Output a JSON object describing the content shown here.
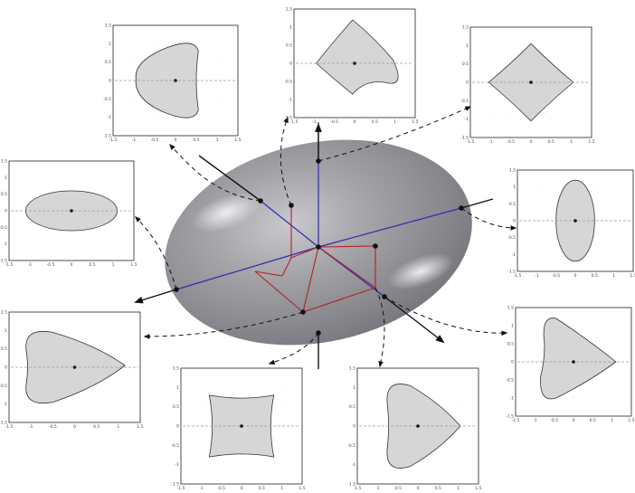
{
  "diagram": {
    "axis_colors": {
      "dark": "#111111",
      "blue": "#2b2bb0",
      "red": "#b22222"
    },
    "body_colors": {
      "ellipsoid": "#8f8f94",
      "section_fill": "#d6d6d6",
      "dash": "#9a9a9a"
    },
    "panels": [
      {
        "id": "top-left",
        "x_ticks": [
          "-1.5",
          "-1",
          "-0.5",
          "0",
          "0.5",
          "1",
          "1.5"
        ],
        "y_ticks": [
          "1.5",
          "1",
          "0.5",
          "0",
          "-0.5",
          "-1",
          "-1.5"
        ]
      },
      {
        "id": "top-center",
        "x_ticks": [
          "-1.5",
          "-1",
          "-0.5",
          "0",
          "0.5",
          "1",
          "1.5"
        ],
        "y_ticks": [
          "1.5",
          "1",
          "0.5",
          "0",
          "-0.5",
          "-1",
          "-1.5"
        ]
      },
      {
        "id": "top-right",
        "x_ticks": [
          "-1.5",
          "-1",
          "-0.5",
          "0",
          "0.5",
          "1",
          "1.5"
        ],
        "y_ticks": [
          "1.5",
          "1",
          "0.5",
          "0",
          "-0.5",
          "-1",
          "-1.5"
        ]
      },
      {
        "id": "mid-left",
        "x_ticks": [
          "-1.5",
          "-1",
          "-0.5",
          "0",
          "0.5",
          "1",
          "1.5"
        ],
        "y_ticks": [
          "1.5",
          "1",
          "0.5",
          "0",
          "-0.5",
          "-1",
          "-1.5"
        ]
      },
      {
        "id": "mid-right",
        "x_ticks": [
          "-1.5",
          "-1",
          "-0.5",
          "0",
          "0.5",
          "1",
          "1.5"
        ],
        "y_ticks": [
          "1.5",
          "1",
          "0.5",
          "0",
          "-0.5",
          "-1",
          "-1.5"
        ]
      },
      {
        "id": "lower-left",
        "x_ticks": [
          "-1.5",
          "-1",
          "-0.5",
          "0",
          "0.5",
          "1",
          "1.5"
        ],
        "y_ticks": [
          "1.5",
          "1",
          "0.5",
          "0",
          "-0.5",
          "-1",
          "-1.5"
        ]
      },
      {
        "id": "lower-right",
        "x_ticks": [
          "-1.5",
          "-1",
          "-0.5",
          "0",
          "0.5",
          "1",
          "1.5"
        ],
        "y_ticks": [
          "1.5",
          "1",
          "0.5",
          "0",
          "-0.5",
          "-1",
          "-1.5"
        ]
      },
      {
        "id": "bottom-left",
        "x_ticks": [
          "-1.5",
          "-1",
          "-0.5",
          "0",
          "0.5",
          "1",
          "1.5"
        ],
        "y_ticks": [
          "1.5",
          "1",
          "0.5",
          "0",
          "-0.5",
          "-1",
          "-1.5"
        ]
      },
      {
        "id": "bottom-right",
        "x_ticks": [
          "-1.5",
          "-1",
          "-0.5",
          "0",
          "0.5",
          "1",
          "1.5"
        ],
        "y_ticks": [
          "1.5",
          "1",
          "0.5",
          "0",
          "-0.5",
          "-1",
          "-1.5"
        ]
      }
    ]
  }
}
